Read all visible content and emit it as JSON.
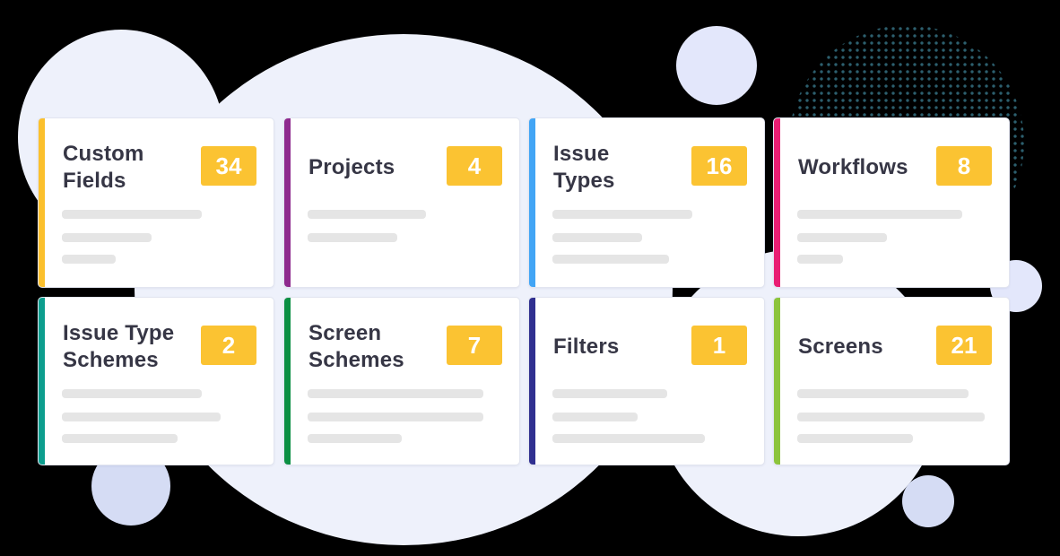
{
  "colors": {
    "background": "#000000",
    "blob": "#eef1fb",
    "blob_accent": "#dfe4f8",
    "badge": "#fbc332",
    "title": "#363645",
    "skeleton": "#e5e5e5"
  },
  "cards": [
    {
      "title": "Custom Fields",
      "count": "34",
      "accent": "#fbc02d",
      "skeleton_widths": [
        156,
        100,
        60
      ]
    },
    {
      "title": "Projects",
      "count": "4",
      "accent": "#8e2a8e",
      "skeleton_widths": [
        132,
        100
      ]
    },
    {
      "title": "Issue Types",
      "count": "16",
      "accent": "#42a5f5",
      "skeleton_widths": [
        156,
        100,
        130
      ]
    },
    {
      "title": "Workflows",
      "count": "8",
      "accent": "#e91e73",
      "skeleton_widths": [
        184,
        100,
        51
      ]
    },
    {
      "title": "Issue Type Schemes",
      "count": "2",
      "accent": "#0d9e8e",
      "skeleton_widths": [
        156,
        177,
        129
      ]
    },
    {
      "title": "Screen Schemes",
      "count": "7",
      "accent": "#0b8f43",
      "skeleton_widths": [
        196,
        196,
        105
      ]
    },
    {
      "title": "Filters",
      "count": "1",
      "accent": "#303090",
      "skeleton_widths": [
        128,
        95,
        170
      ]
    },
    {
      "title": "Screens",
      "count": "21",
      "accent": "#8cc43c",
      "skeleton_widths": [
        191,
        209,
        129
      ]
    }
  ]
}
